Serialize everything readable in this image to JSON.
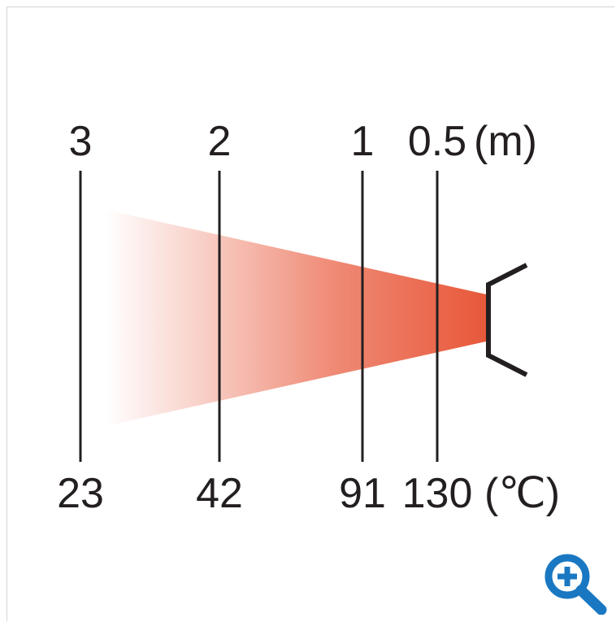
{
  "diagram": {
    "distance_labels": [
      "3",
      "2",
      "1",
      "0.5"
    ],
    "distance_unit": "(m)",
    "temperature_labels": [
      "23",
      "42",
      "91",
      "130"
    ],
    "temperature_unit": "(℃)",
    "colors": {
      "beam": "#e8583a",
      "lines": "#231f20",
      "zoom_icon": "#1a78c2"
    }
  },
  "zoom_button": {
    "icon": "zoom-in-magnifier-icon"
  }
}
